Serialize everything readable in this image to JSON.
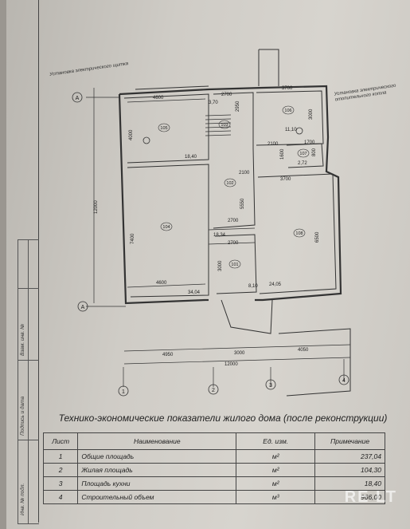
{
  "annotations": {
    "left": "Установка электрического щитка",
    "right": "Установка электрического отопительного котла"
  },
  "axes": {
    "row_top": "А",
    "row_bottom": "А",
    "col": [
      "1",
      "2",
      "3",
      "4"
    ]
  },
  "rooms": [
    {
      "id": "105",
      "area": "18,40"
    },
    {
      "id": "103",
      "area": "3,70"
    },
    {
      "id": "106",
      "area": "11,10"
    },
    {
      "id": "107",
      "area": "2,72"
    },
    {
      "id": "102",
      "area": "18,34"
    },
    {
      "id": "104",
      "area": "34,04"
    },
    {
      "id": "108",
      "area": "24,05"
    },
    {
      "id": "101",
      "area": "8,10"
    }
  ],
  "dims": {
    "top_4600": "4600",
    "top_2700": "2700",
    "top_3700": "3700",
    "v_4000": "4000",
    "v_2950": "2950",
    "v_3000": "3000",
    "d_2100": "2100",
    "d_1700": "1700",
    "d_1600": "1600",
    "d_800": "800",
    "mid_3700": "3700",
    "v_5550": "5550",
    "mid_2700": "2700",
    "low_2700": "2700",
    "left_12000": "12000",
    "v_7400": "7400",
    "v_6500": "6500",
    "bot_4600": "4600",
    "v_3000b": "3000",
    "b_4950": "4950",
    "b_3000": "3000",
    "b_4050": "4050",
    "b_12000": "12000"
  },
  "stamp": [
    "Инв. № подл.",
    "Подпись и дата",
    "Взам. инв. №"
  ],
  "title": "Технико-экономические показатели жилого дома (после реконструкции)",
  "table": {
    "headers": [
      "Лист",
      "Наименование",
      "Ед. изм.",
      "Примечание"
    ],
    "rows": [
      {
        "n": "1",
        "name": "Общие площадь",
        "unit": "м²",
        "value": "237,04"
      },
      {
        "n": "2",
        "name": "Жилая площадь",
        "unit": "м²",
        "value": "104,30"
      },
      {
        "n": "3",
        "name": "Площадь кухни",
        "unit": "м²",
        "value": "18,40"
      },
      {
        "n": "4",
        "name": "Строительный объем",
        "unit": "м³",
        "value": "966,00"
      }
    ]
  },
  "watermark": "RE LT"
}
